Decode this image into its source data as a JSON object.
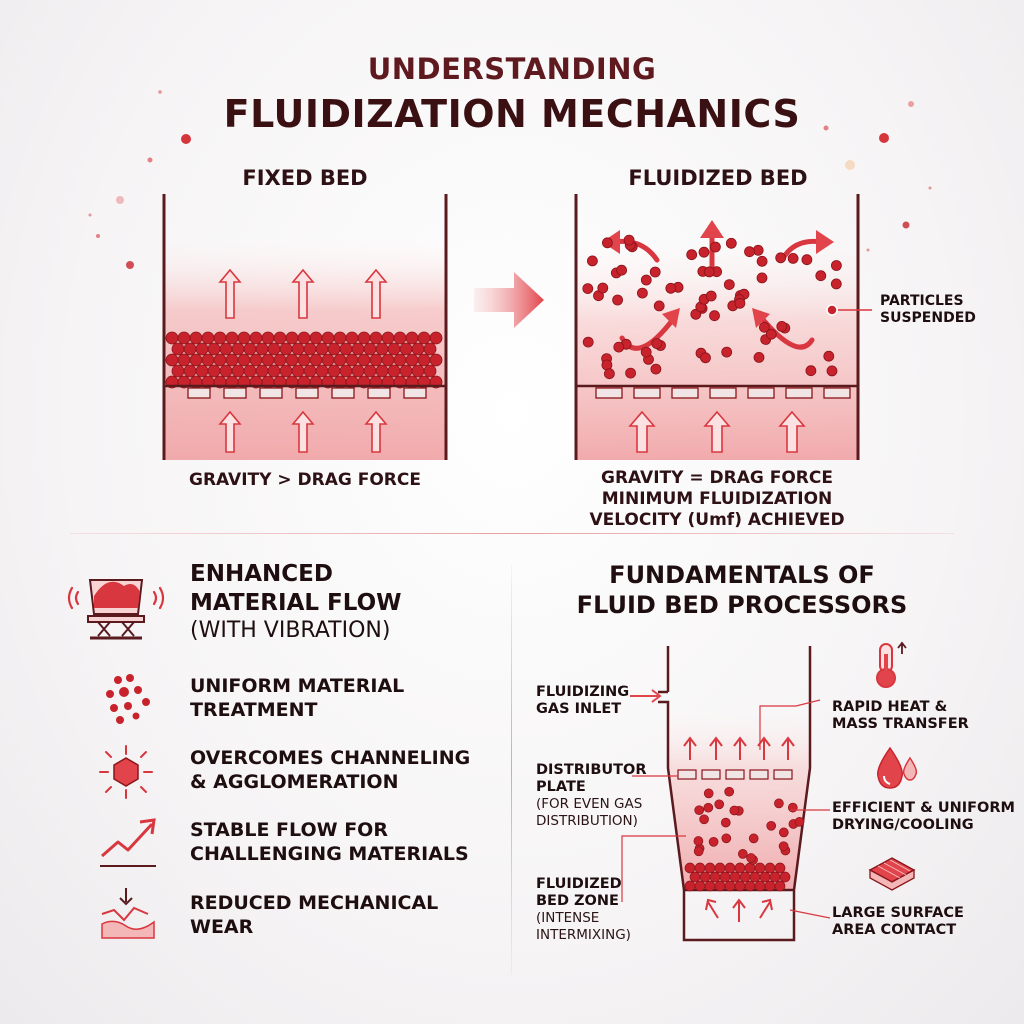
{
  "title": {
    "line1": "UNDERSTANDING",
    "line2": "FLUIDIZATION MECHANICS"
  },
  "fixed_bed": {
    "title": "FIXED BED",
    "caption": "GRAVITY > DRAG FORCE"
  },
  "fluidized_bed": {
    "title": "FLUIDIZED BED",
    "caption_line1": "GRAVITY = DRAG FORCE",
    "caption_line2": "MINIMUM FLUIDIZATION",
    "caption_line3": "VELOCITY (Umf) ACHIEVED",
    "callout_line1": "PARTICLES",
    "callout_line2": "SUSPENDED"
  },
  "benefits": {
    "heading_line1": "ENHANCED",
    "heading_line2": "MATERIAL FLOW",
    "heading_line3": "(WITH VIBRATION)",
    "items": [
      {
        "icon": "particles-cluster-icon",
        "line1": "UNIFORM MATERIAL",
        "line2": "TREATMENT"
      },
      {
        "icon": "hexagon-burst-icon",
        "line1": "OVERCOMES CHANNELING",
        "line2": "& AGGLOMERATION"
      },
      {
        "icon": "trend-up-icon",
        "line1": "STABLE FLOW FOR",
        "line2": "CHALLENGING MATERIALS"
      },
      {
        "icon": "impact-wear-icon",
        "line1": "REDUCED MECHANICAL",
        "line2": "WEAR"
      }
    ]
  },
  "fundamentals": {
    "title_line1": "FUNDAMENTALS OF",
    "title_line2": "FLUID BED PROCESSORS",
    "left_labels": {
      "gas_inlet_1": "FLUIDIZING",
      "gas_inlet_2": "GAS INLET",
      "distributor_1": "DISTRIBUTOR",
      "distributor_2": "PLATE",
      "distributor_3": "(FOR EVEN GAS",
      "distributor_4": "DISTRIBUTION)",
      "bed_zone_1": "FLUIDIZED",
      "bed_zone_2": "BED ZONE",
      "bed_zone_3": "(INTENSE",
      "bed_zone_4": "INTERMIXING)"
    },
    "right_labels": {
      "heat_1": "RAPID HEAT &",
      "heat_2": "MASS TRANSFER",
      "drying_1": "EFFICIENT & UNIFORM",
      "drying_2": "DRYING/COOLING",
      "surface_1": "LARGE SURFACE",
      "surface_2": "AREA CONTACT"
    }
  },
  "colors": {
    "accent": "#d9373f",
    "particle": "#c8232c",
    "dark_text": "#2a1416",
    "vessel": "#5a1a1e"
  }
}
